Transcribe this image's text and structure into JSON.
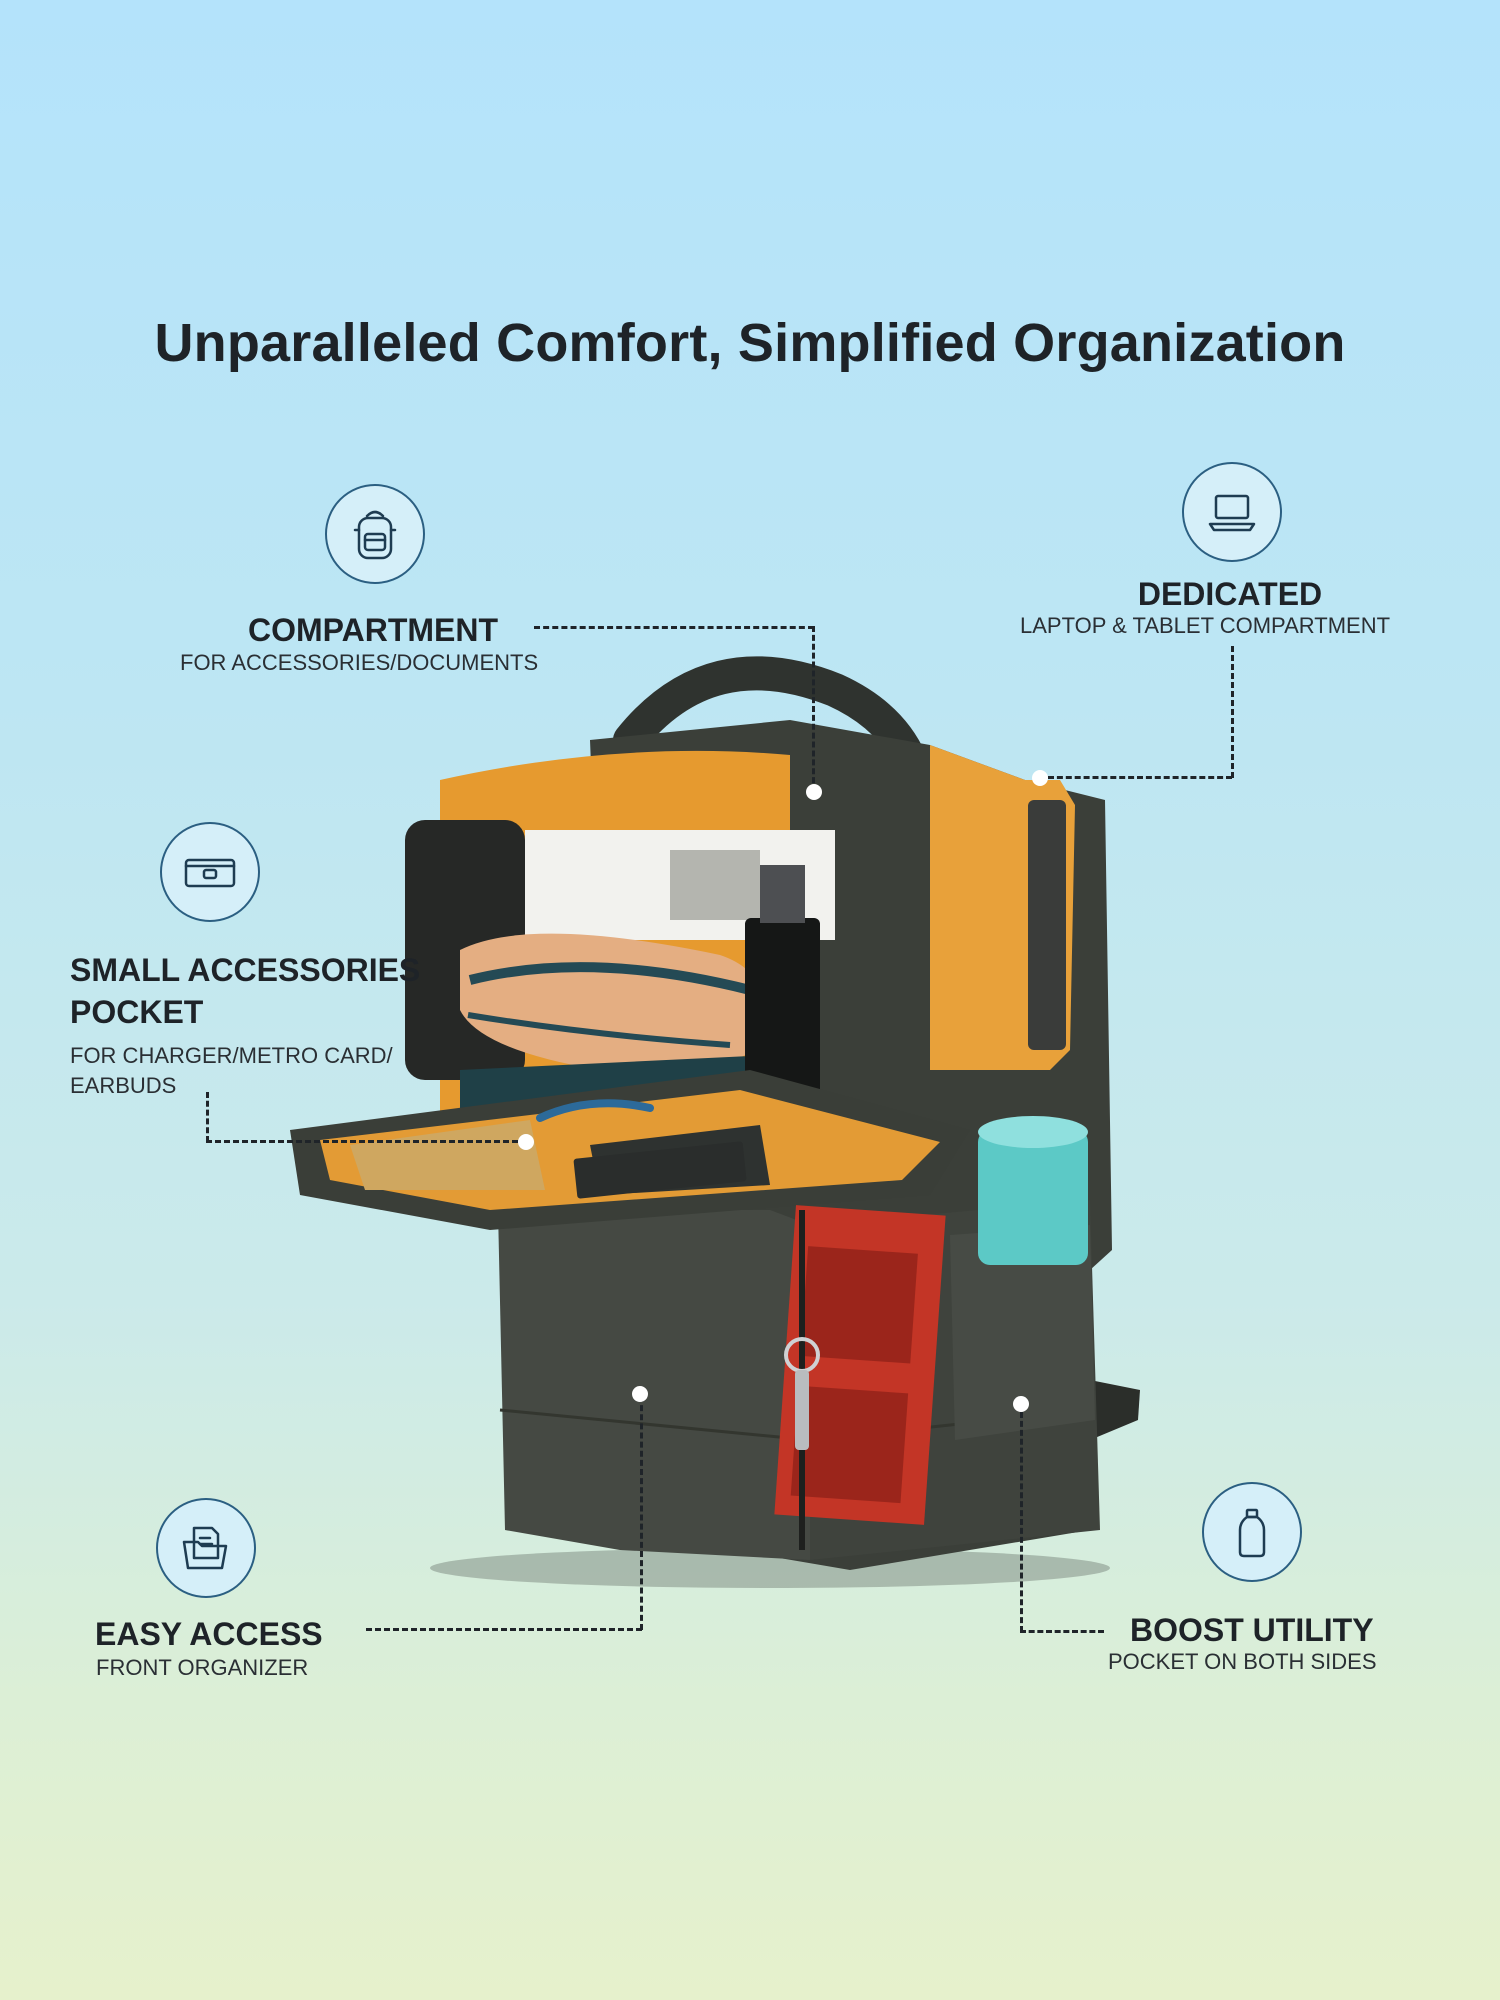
{
  "title": "Unparalleled Comfort, Simplified Organization",
  "features": {
    "compartment": {
      "heading": "COMPARTMENT",
      "sub": "FOR ACCESSORIES/DOCUMENTS",
      "icon": "backpack-icon"
    },
    "dedicated": {
      "heading": "DEDICATED",
      "sub": "LAPTOP & TABLET COMPARTMENT",
      "icon": "laptop-icon"
    },
    "small_pocket": {
      "heading_line1": "SMALL ACCESSORIES",
      "heading_line2": "POCKET",
      "sub_line1": "FOR CHARGER/METRO CARD/",
      "sub_line2": "EARBUDS",
      "icon": "wallet-icon"
    },
    "easy_access": {
      "heading": "EASY ACCESS",
      "sub": "FRONT ORGANIZER",
      "icon": "folder-icon"
    },
    "boost_utility": {
      "heading": "BOOST UTILITY",
      "sub": "POCKET ON BOTH SIDES",
      "icon": "bottle-icon"
    }
  },
  "colors": {
    "bag_body": "#3d413b",
    "bag_lining": "#e69a2f",
    "bottle": "#5cc9c6",
    "shirt": "#e4ae82",
    "icon_stroke": "#2b5f82",
    "icon_fill": "#d5eff9"
  }
}
